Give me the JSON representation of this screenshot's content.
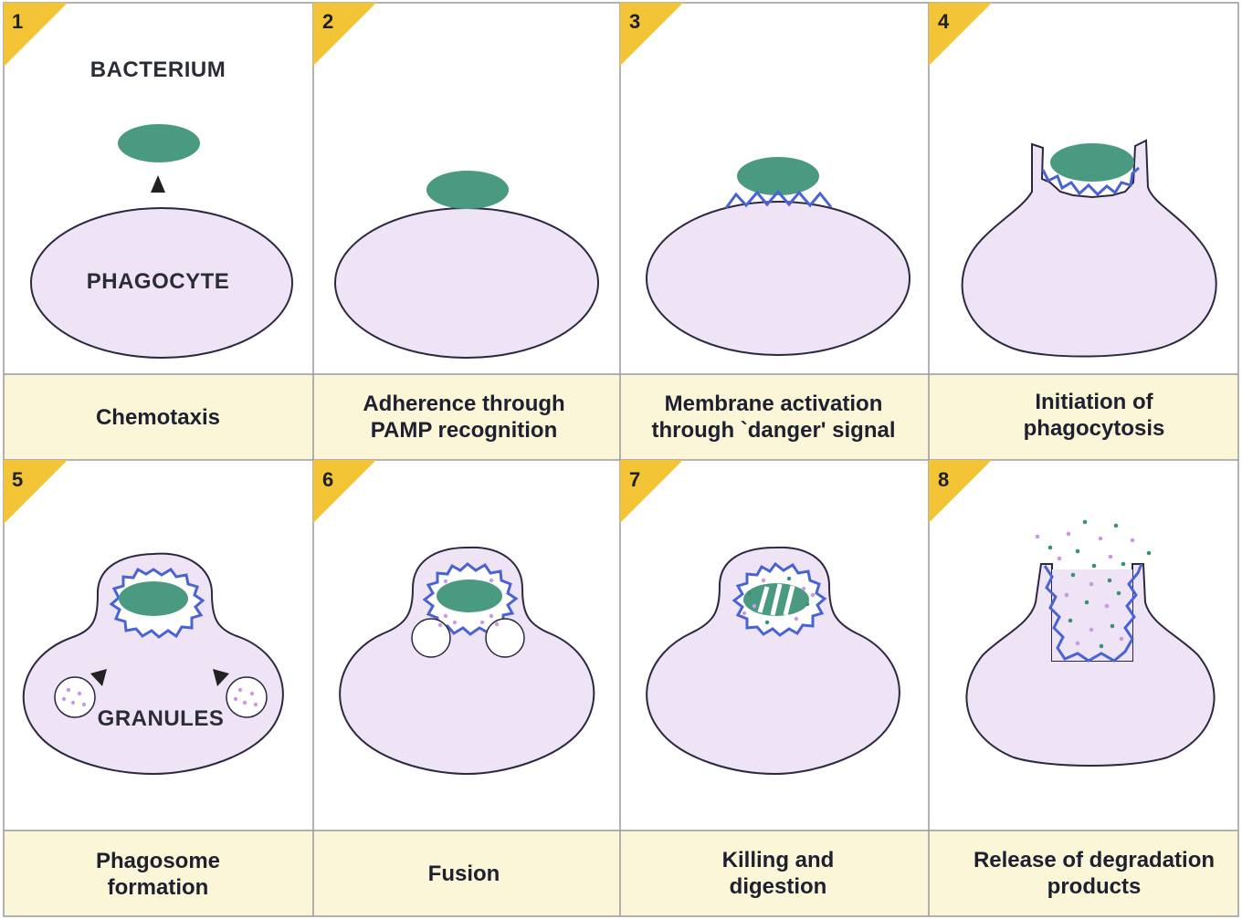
{
  "colors": {
    "cell_fill": "#efe4f6",
    "cell_stroke": "#2b2840",
    "bacterium": "#4a9a82",
    "membrane": "#4a63d4",
    "caption_bg": "#fbf6d8",
    "corner_tab": "#f3c436",
    "granule_dot": "#c99ae0",
    "debris_green": "#3c8e76"
  },
  "panels": [
    {
      "number": "1",
      "caption": [
        "Chemotaxis"
      ],
      "label_bacterium": "BACTERIUM",
      "label_phagocyte": "PHAGOCYTE"
    },
    {
      "number": "2",
      "caption": [
        "Adherence through",
        "PAMP recognition"
      ]
    },
    {
      "number": "3",
      "caption": [
        "Membrane activation",
        "through `danger' signal"
      ]
    },
    {
      "number": "4",
      "caption": [
        "Initiation of",
        "phagocytosis"
      ]
    },
    {
      "number": "5",
      "caption": [
        "Phagosome",
        "formation"
      ],
      "label_granules": "GRANULES"
    },
    {
      "number": "6",
      "caption": [
        "Fusion"
      ]
    },
    {
      "number": "7",
      "caption": [
        "Killing and",
        "digestion"
      ]
    },
    {
      "number": "8",
      "caption": [
        "Release of degradation",
        "products"
      ]
    }
  ]
}
